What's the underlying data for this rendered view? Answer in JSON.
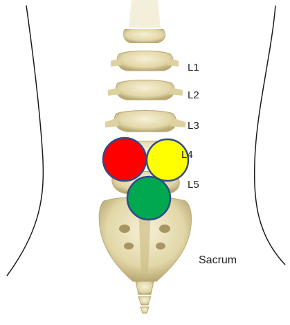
{
  "labels": {
    "l1": "L1",
    "l2": "L2",
    "l3": "L3",
    "l4": "L4",
    "l5": "L5",
    "sacrum": "Sacrum"
  },
  "markers": [
    {
      "name": "red-marker",
      "color": "#ff0000"
    },
    {
      "name": "yellow-marker",
      "color": "#ffff00"
    },
    {
      "name": "green-marker",
      "color": "#00a84f"
    }
  ],
  "colors": {
    "bone": "#e8dfb8",
    "bone_shadow": "#b9a874",
    "outline": "#1a1a1a",
    "marker_border": "#2f4a8c"
  }
}
